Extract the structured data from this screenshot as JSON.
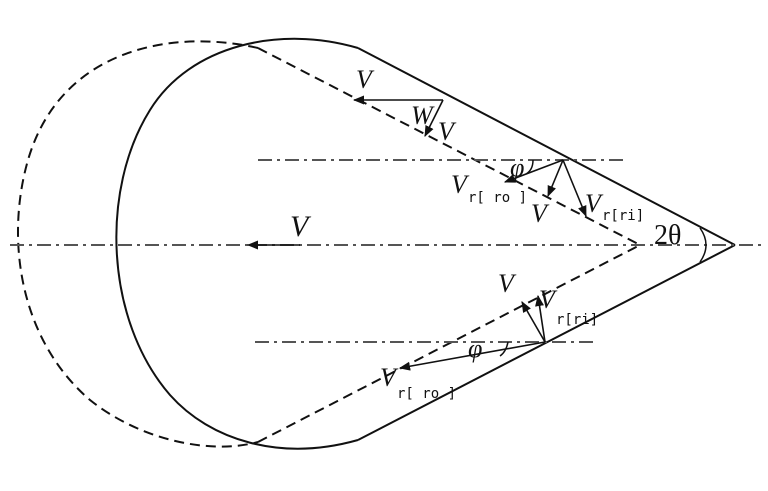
{
  "diagram": {
    "labels": {
      "v_axis": "V",
      "v_upper": "V",
      "w": "W",
      "v_t_upper_small": "V",
      "phi_upper": "φ",
      "v_upper_ro": "V",
      "v_upper_ro_sub": "r[ ro ]",
      "v_t_upper": "V",
      "v_upper_ri": "V",
      "v_upper_ri_sub": "r[ri]",
      "two_theta": "2θ",
      "v_t_lower": "V",
      "v_lower_ri": "V",
      "v_lower_ri_sub": "r[ri]",
      "phi_lower": "φ",
      "v_lower_ro": "V",
      "v_lower_ro_sub": "r[ ro ]"
    },
    "colors": {
      "stroke": "#111111",
      "centerline": "#555555",
      "background": "#ffffff"
    }
  }
}
